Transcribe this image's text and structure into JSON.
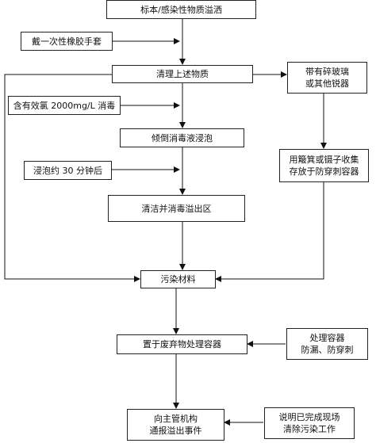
{
  "nodes": {
    "spill": [
      "标本/感染性物质溢洒"
    ],
    "gloves": [
      "戴一次性橡胶手套"
    ],
    "clean": [
      "清理上述物质"
    ],
    "glass": [
      "带有碎玻璃",
      "或其他锐器"
    ],
    "chlorine": [
      "含有效氯 2000mg/L 消毒"
    ],
    "pour": [
      "倾倒消毒液浸泡"
    ],
    "tweezers": [
      "用簸箕或镊子收集",
      "存放于防穿刺容器"
    ],
    "soak": [
      "浸泡约 30 分钟后"
    ],
    "disinfect": [
      "清洁并消毒溢出区"
    ],
    "contaminated": [
      "污染材料"
    ],
    "container": [
      "置于废弃物处理容器"
    ],
    "handling": [
      "处理容器",
      "防漏、防穿刺"
    ],
    "report": [
      "向主管机构",
      "通报溢出事件"
    ],
    "explain": [
      "说明已完成现场",
      "清除污染工作"
    ]
  }
}
